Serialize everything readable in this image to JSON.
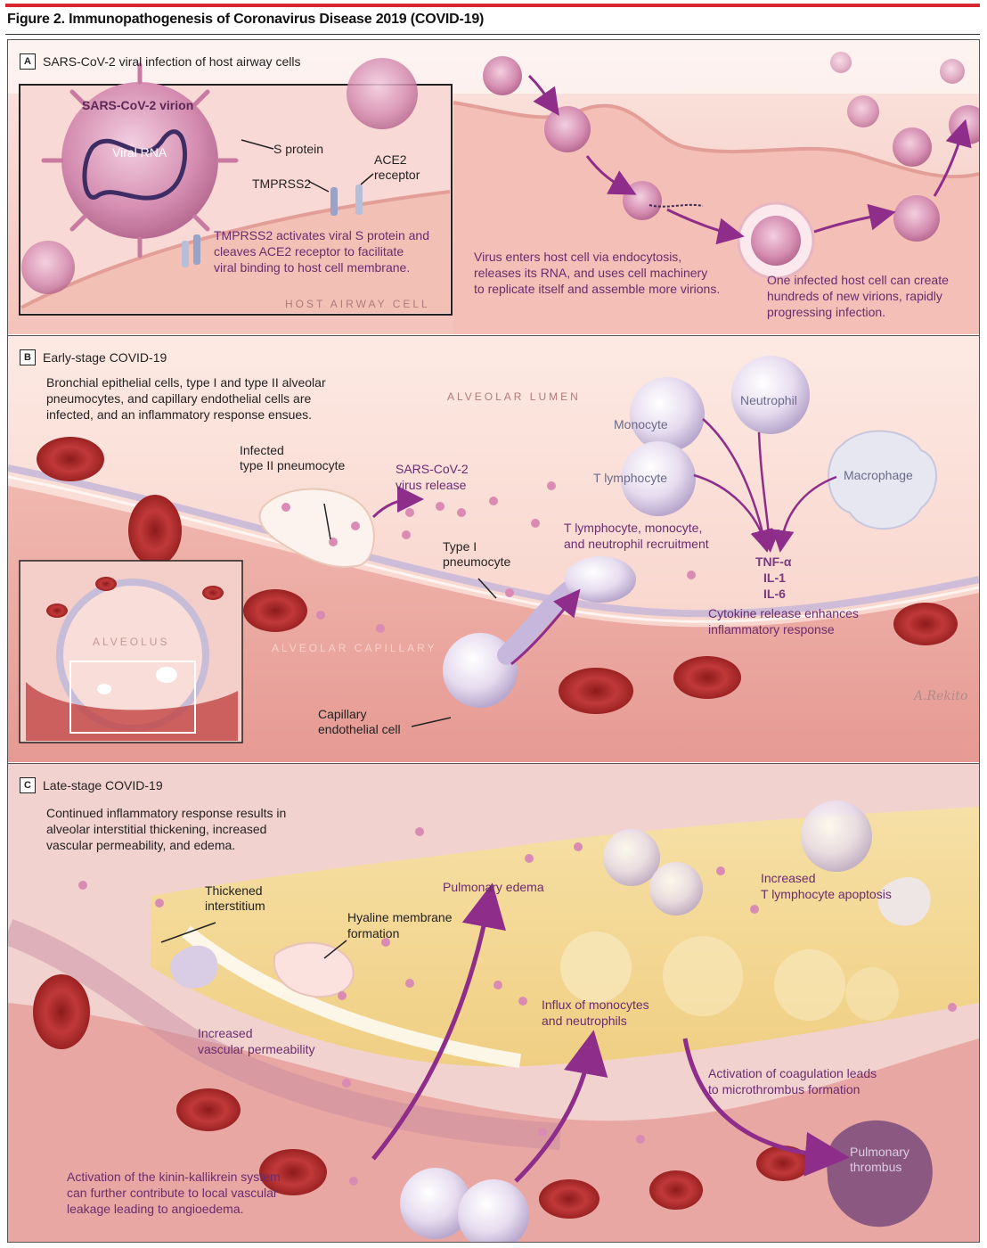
{
  "figure_title": "Figure 2. Immunopathogenesis of Coronavirus Disease 2019 (COVID-19)",
  "panel_a": {
    "letter": "A",
    "title": "SARS-CoV-2 viral infection of host airway cells",
    "inset": {
      "virion": "SARS-CoV-2 virion",
      "rna": "Viral RNA",
      "s_protein": "S protein",
      "tmprss2": "TMPRSS2",
      "ace2_line1": "ACE2",
      "ace2_line2": "receptor",
      "note_line1": "TMPRSS2 activates viral S protein and",
      "note_line2": "cleaves ACE2 receptor to facilitate",
      "note_line3": "viral binding to host cell membrane.",
      "host_cell": "HOST AIRWAY CELL"
    },
    "entry_line1": "Virus enters host cell via endocytosis,",
    "entry_line2": "releases its RNA, and uses cell machinery",
    "entry_line3": "to replicate itself and assemble more virions.",
    "spread_line1": "One infected host cell can create",
    "spread_line2": "hundreds of new virions, rapidly",
    "spread_line3": "progressing infection."
  },
  "panel_b": {
    "letter": "B",
    "title": "Early-stage COVID-19",
    "intro_line1": "Bronchial epithelial cells, type I and type II alveolar",
    "intro_line2": "pneumocytes, and capillary endothelial cells are",
    "intro_line3": "infected, and an inflammatory response ensues.",
    "alveolar_lumen": "ALVEOLAR LUMEN",
    "infected_line1": "Infected",
    "infected_line2": "type II pneumocyte",
    "release_line1": "SARS-CoV-2",
    "release_line2": "virus release",
    "type1_line1": "Type I",
    "type1_line2": "pneumocyte",
    "monocyte": "Monocyte",
    "neutrophil": "Neutrophil",
    "t_lymphocyte": "T lymphocyte",
    "macrophage": "Macrophage",
    "recruit_line1": "T lymphocyte, monocyte,",
    "recruit_line2": "and neutrophil recruitment",
    "cytokine1": "TNF-α",
    "cytokine2": "IL-1",
    "cytokine3": "IL-6",
    "cytokine_note_line1": "Cytokine release enhances",
    "cytokine_note_line2": "inflammatory response",
    "alveolus": "ALVEOLUS",
    "alveolar_capillary": "ALVEOLAR CAPILLARY",
    "endothelial_line1": "Capillary",
    "endothelial_line2": "endothelial cell",
    "signature": "A.Rekito"
  },
  "panel_c": {
    "letter": "C",
    "title": "Late-stage COVID-19",
    "intro_line1": "Continued inflammatory response results in",
    "intro_line2": "alveolar interstitial thickening, increased",
    "intro_line3": "vascular permeability, and edema.",
    "thickened_line1": "Thickened",
    "thickened_line2": "interstitium",
    "hyaline_line1": "Hyaline membrane",
    "hyaline_line2": "formation",
    "edema": "Pulmonary edema",
    "apoptosis_line1": "Increased",
    "apoptosis_line2": "T lymphocyte apoptosis",
    "permeability_line1": "Increased",
    "permeability_line2": "vascular permeability",
    "influx_line1": "Influx of monocytes",
    "influx_line2": "and neutrophils",
    "coag_line1": "Activation of coagulation leads",
    "coag_line2": "to microthrombus formation",
    "thrombus_line1": "Pulmonary",
    "thrombus_line2": "thrombus",
    "kinin_line1": "Activation of the kinin-kallikrein system",
    "kinin_line2": "can further contribute to local vascular",
    "kinin_line3": "leakage leading to angioedema."
  }
}
